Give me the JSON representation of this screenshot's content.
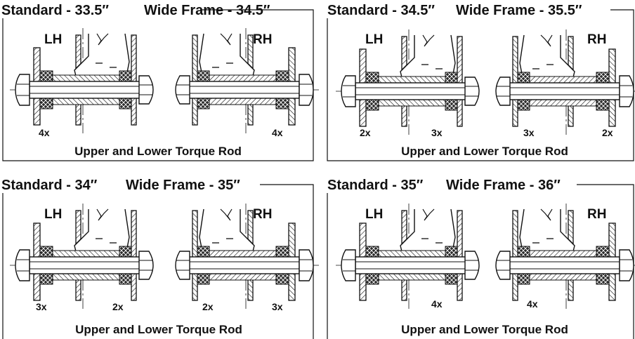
{
  "colors": {
    "ink": "#111111",
    "paper": "#ffffff"
  },
  "panels": [
    {
      "standard": "Standard - 33.5″",
      "wide": "Wide Frame - 34.5″",
      "lh": "LH",
      "rh": "RH",
      "counts": [
        "4x",
        "4x"
      ],
      "caption": "Upper and Lower Torque Rod"
    },
    {
      "standard": "Standard - 34.5″",
      "wide": "Wide Frame - 35.5″",
      "lh": "LH",
      "rh": "RH",
      "counts": [
        "2x",
        "3x",
        "3x",
        "2x"
      ],
      "caption": "Upper and Lower Torque Rod"
    },
    {
      "standard": "Standard - 34″",
      "wide": "Wide Frame - 35″",
      "lh": "LH",
      "rh": "RH",
      "counts": [
        "3x",
        "2x",
        "2x",
        "3x"
      ],
      "caption": "Upper and Lower Torque Rod"
    },
    {
      "standard": "Standard - 35″",
      "wide": "Wide Frame - 36″",
      "lh": "LH",
      "rh": "RH",
      "counts": [
        "4x",
        "4x"
      ],
      "caption": "Upper and Lower Torque Rod"
    }
  ]
}
